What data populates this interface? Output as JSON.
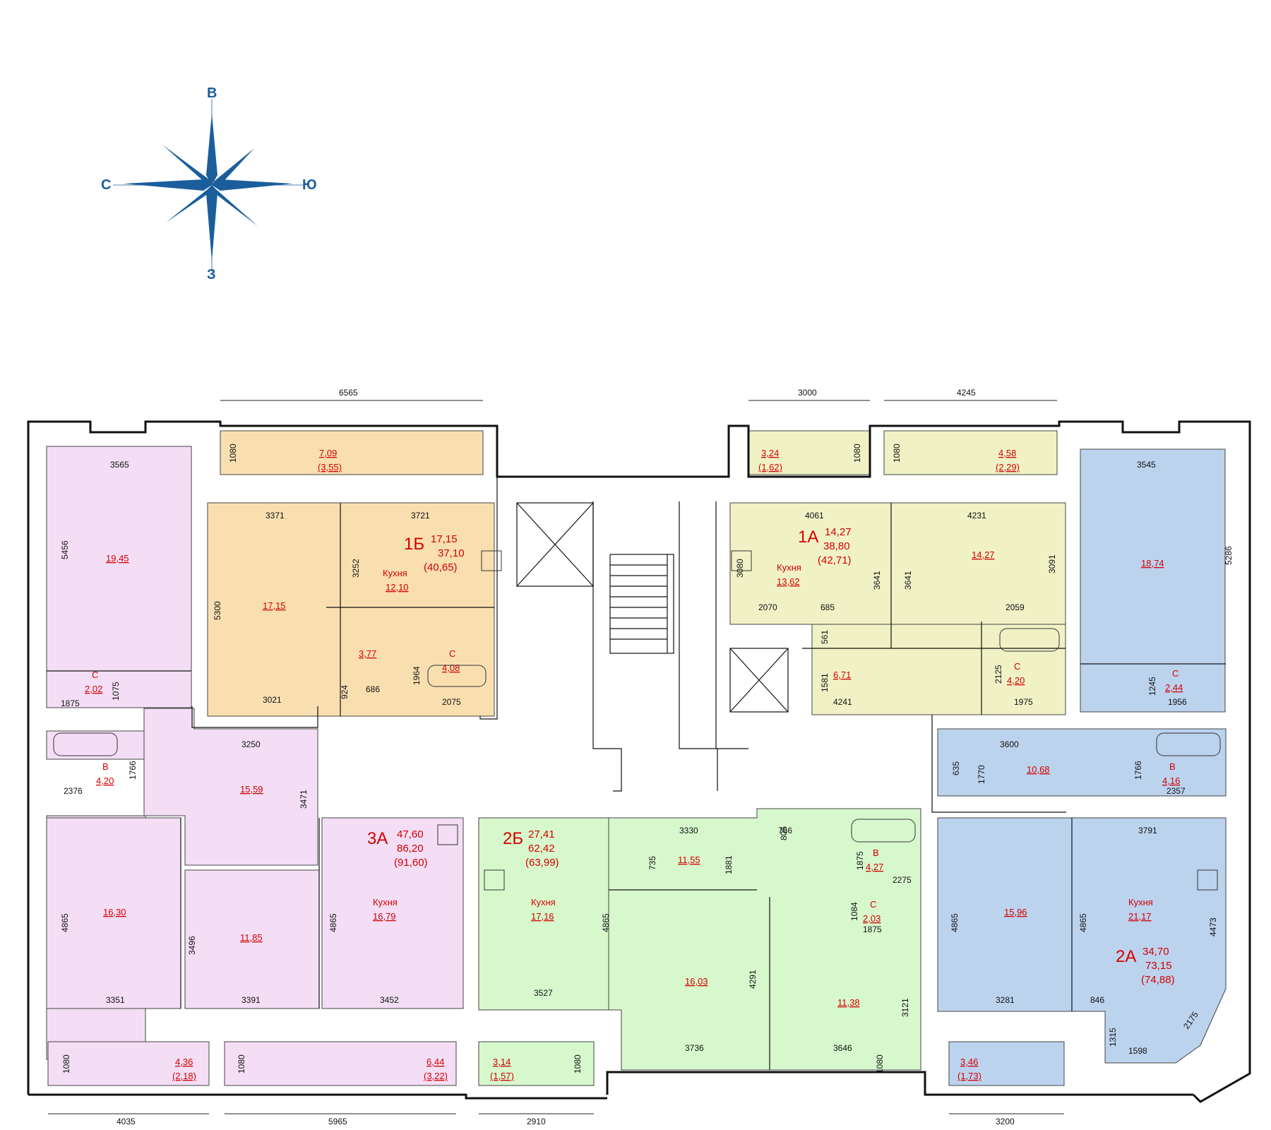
{
  "colors": {
    "apt_1A": "#f0f2c6",
    "apt_1B": "#f9dfb0",
    "apt_2A": "#bcd3ee",
    "apt_2B": "#d7f8cd",
    "apt_3A": "#f3def5",
    "label_red": "#d40000",
    "compass_blue": "#1b5e9c"
  },
  "compass": {
    "north": "В",
    "south": "З",
    "west": "С",
    "east": "Ю"
  },
  "apartments": {
    "a1A": {
      "code": "1А",
      "living": "14,27",
      "total": "38,80",
      "total_full": "(42,71)"
    },
    "a1B": {
      "code": "1Б",
      "living": "17,15",
      "total": "37,10",
      "total_full": "(40,65)"
    },
    "a2A": {
      "code": "2А",
      "living": "34,70",
      "total": "73,15",
      "total_full": "(74,88)"
    },
    "a2B": {
      "code": "2Б",
      "living": "27,41",
      "total": "62,42",
      "total_full": "(63,99)"
    },
    "a3A": {
      "code": "3А",
      "living": "47,60",
      "total": "86,20",
      "total_full": "(91,60)"
    }
  },
  "rooms": {
    "b1": "7,09",
    "b1s": "(3,55)",
    "b2": "3,24",
    "b2s": "(1,62)",
    "b3": "4,58",
    "b3s": "(2,29)",
    "b4": "4,36",
    "b4s": "(2,18)",
    "b5": "6,44",
    "b5s": "(3,22)",
    "b6": "3,14",
    "b6s": "(1,57)",
    "b7": "3,46",
    "b7s": "(1,73)",
    "r19_45": "19,45",
    "r17_15": "17,15",
    "k12_10": "12,10",
    "r3_77": "3,77",
    "c4_08": "4,08",
    "c2_02": "2,02",
    "v4_20": "4,20",
    "r15_59": "15,59",
    "r16_30": "16,30",
    "r11_85": "11,85",
    "k16_79": "16,79",
    "k13_62": "13,62",
    "r14_27": "14,27",
    "r6_71": "6,71",
    "c4_20": "4,20",
    "r18_74": "18,74",
    "c2_44": "2,44",
    "r10_68": "10,68",
    "v4_16": "4,16",
    "k17_16": "17,16",
    "r11_55": "11,55",
    "v4_27": "4,27",
    "c2_03": "2,03",
    "r16_03": "16,03",
    "r11_38": "11,38",
    "r15_96": "15,96",
    "k21_17": "21,17"
  },
  "labels": {
    "kitchen": "Кухня",
    "wc": "С",
    "bath": "В"
  },
  "dims": {
    "d6565": "6565",
    "d3000": "3000",
    "d4245": "4245",
    "d4035": "4035",
    "d5965": "5965",
    "d2910": "2910",
    "d3200": "3200",
    "d3565": "3565",
    "d5456": "5456",
    "d1080": "1080",
    "d3371": "3371",
    "d3721": "3721",
    "d5300": "5300",
    "d3252": "3252",
    "d3021": "3021",
    "d924": "924",
    "d686": "686",
    "d1964": "1964",
    "d2075": "2075",
    "d1075": "1075",
    "d1875": "1875",
    "d1766": "1766",
    "d2376": "2376",
    "d3250": "3250",
    "d3471": "3471",
    "d4865": "4865",
    "d3496": "3496",
    "d3351": "3351",
    "d3391": "3391",
    "d3452": "3452",
    "d4061": "4061",
    "d4231": "4231",
    "d3080": "3080",
    "d2070": "2070",
    "d685": "685",
    "d3641": "3641",
    "d3091": "3091",
    "d2059": "2059",
    "d561": "561",
    "d1581": "1581",
    "d4241": "4241",
    "d2125": "2125",
    "d1975": "1975",
    "d3545": "3545",
    "d5286": "5286",
    "d1245": "1245",
    "d1956": "1956",
    "d3600": "3600",
    "d635": "635",
    "d1770": "1770",
    "d2357": "2357",
    "d3791": "3791",
    "d4473": "4473",
    "d3281": "3281",
    "d846": "846",
    "d1315": "1315",
    "d1598": "1598",
    "d2175": "2175",
    "d3330": "3330",
    "d805": "805",
    "d766": "766",
    "d735": "735",
    "d1881": "1881",
    "d2275": "2275",
    "d1084": "1084",
    "d3527": "3527",
    "d4291": "4291",
    "d3121": "3121",
    "d3736": "3736",
    "d3646": "3646"
  }
}
